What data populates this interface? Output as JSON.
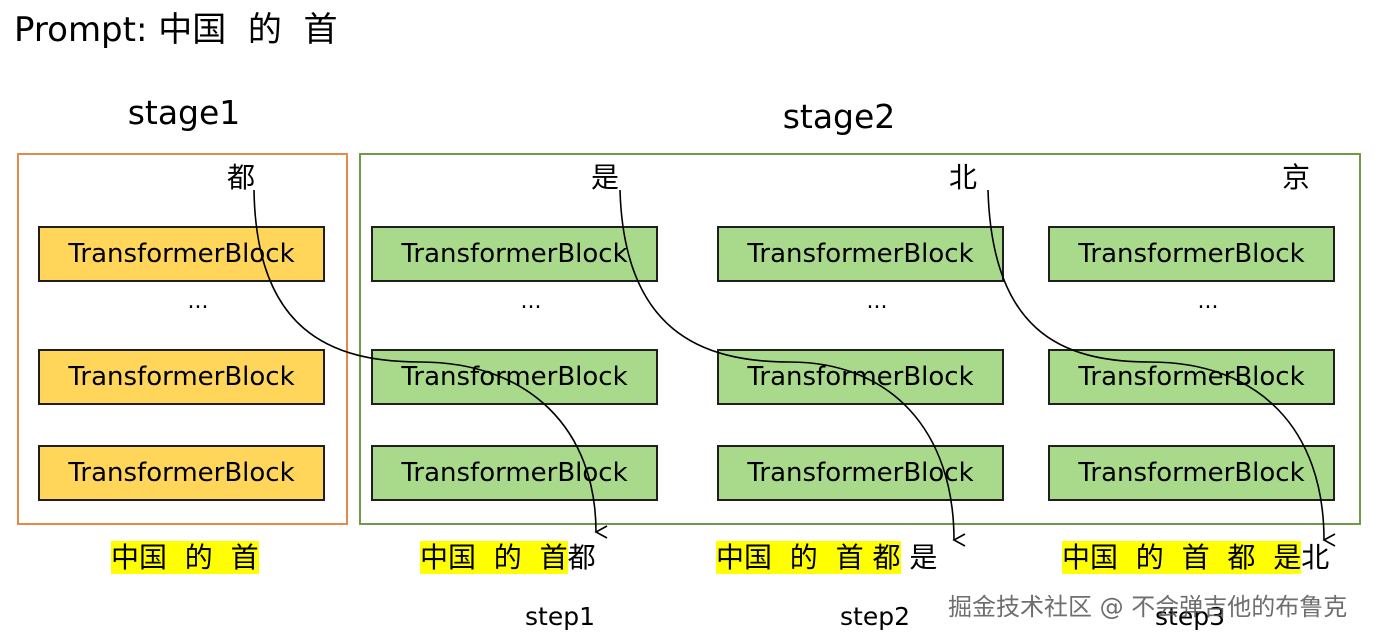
{
  "prompt": {
    "label": "Prompt:",
    "tokens": "中国  的  首"
  },
  "stages": [
    {
      "label": "stage1"
    },
    {
      "label": "stage2"
    }
  ],
  "block_label": "TransformerBlock",
  "ellipsis": "...",
  "columns": [
    {
      "output_token": "都",
      "input_highlight": "中国  的  首",
      "input_append": "",
      "step": ""
    },
    {
      "output_token": "是",
      "input_highlight": "中国  的  首",
      "input_append": "都",
      "step": "step1"
    },
    {
      "output_token": "北",
      "input_highlight": "中国  的  首 都",
      "input_append": " 是",
      "step": "step2"
    },
    {
      "output_token": "京",
      "input_highlight": "中国  的  首  都  是",
      "input_append": "北",
      "step": "step3"
    }
  ],
  "watermark": "掘金技术社区 @ 不会弹吉他的布鲁克",
  "colors": {
    "stage1_border": "#E48B4B",
    "stage2_border": "#6F9A46",
    "block_stage1": "#FFD65A",
    "block_stage2": "#A9D98B",
    "highlight": "#FFFF00"
  }
}
